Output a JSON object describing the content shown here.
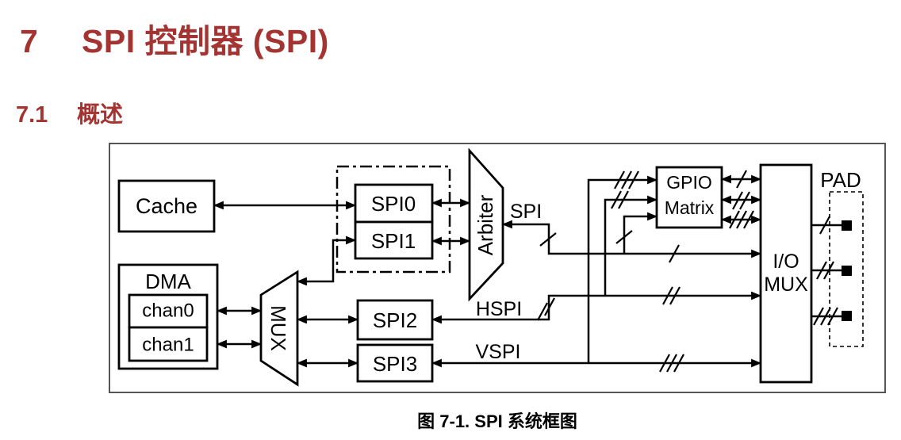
{
  "page": {
    "section_number": "7",
    "section_title": "SPI 控制器 (SPI)",
    "subsection_number": "7.1",
    "subsection_title": "概述",
    "figure_caption": "图 7-1. SPI 系统框图",
    "heading_color": "#A33431"
  },
  "diagram": {
    "blocks": {
      "cache": "Cache",
      "dma": "DMA",
      "chan0": "chan0",
      "chan1": "chan1",
      "mux": "MUX",
      "spi0": "SPI0",
      "spi1": "SPI1",
      "spi2": "SPI2",
      "spi3": "SPI3",
      "arbiter": "Arbiter",
      "gpio_matrix_line1": "GPIO",
      "gpio_matrix_line2": "Matrix",
      "io_mux_line1": "I/O",
      "io_mux_line2": "MUX",
      "pad": "PAD"
    },
    "signal_labels": {
      "spi": "SPI",
      "hspi": "HSPI",
      "vspi": "VSPI"
    }
  }
}
